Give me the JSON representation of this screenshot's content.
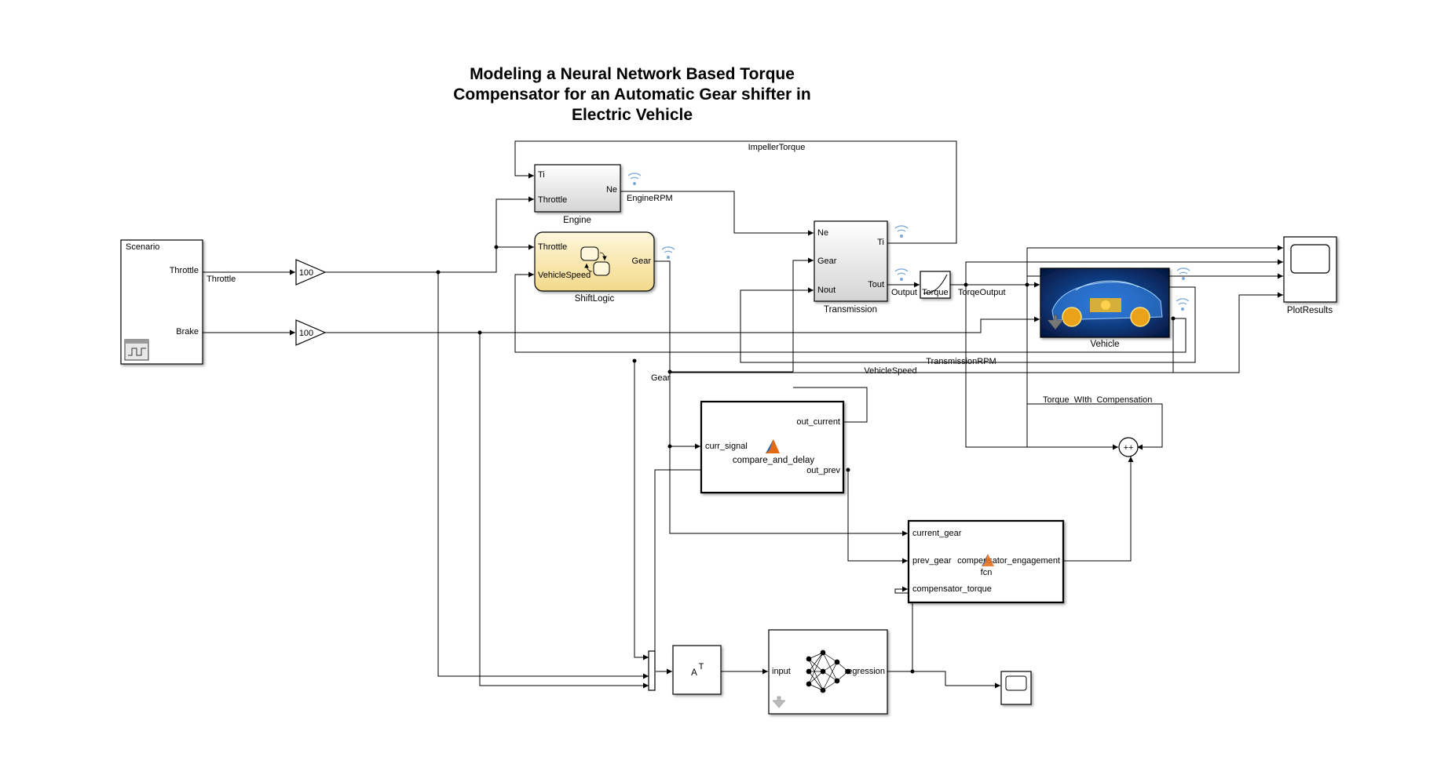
{
  "title": {
    "line1": "Modeling a Neural Network Based Torque",
    "line2": "Compensator for an Automatic Gear shifter in",
    "line3": "Electric Vehicle"
  },
  "blocks": {
    "scenario": {
      "name": "Scenario",
      "port_throttle": "Throttle",
      "port_brake": "Brake"
    },
    "gain_throttle": {
      "value": "100"
    },
    "gain_brake": {
      "value": "100"
    },
    "engine": {
      "name": "Engine",
      "port_ti": "Ti",
      "port_throttle": "Throttle",
      "port_ne": "Ne"
    },
    "shiftlogic": {
      "name": "ShiftLogic",
      "port_throttle": "Throttle",
      "port_speed": "VehicleSpeed",
      "port_gear": "Gear"
    },
    "transmission": {
      "name": "Transmission",
      "port_ne": "Ne",
      "port_gear": "Gear",
      "port_nout": "Nout",
      "port_ti": "Ti",
      "port_tout": "Tout"
    },
    "output_torque": {
      "in_label": "Output",
      "out_label": "Torque"
    },
    "vehicle": {
      "name": "Vehicle"
    },
    "plot": {
      "name": "PlotResults"
    },
    "compare_delay": {
      "name": "compare_and_delay",
      "port_in": "curr_signal",
      "port_out1": "out_current",
      "port_out2": "out_prev"
    },
    "comp_engagement": {
      "name": "fcn",
      "port_in1": "current_gear",
      "port_in2": "prev_gear",
      "port_in3": "compensator_torque",
      "port_out": "compensator_engagement"
    },
    "transpose": {
      "symbol": "A",
      "sup": "T"
    },
    "nn": {
      "port_in": "input",
      "port_out": "regression"
    }
  },
  "signals": {
    "impeller": "ImpellerTorque",
    "engine_rpm": "EngineRPM",
    "throttle": "Throttle",
    "torque_output": "TorqeOutput",
    "transmission_rpm": "TransmissionRPM",
    "vehicle_speed": "VehicleSpeed",
    "gear": "Gear",
    "torque_comp": "Torque_WIth_Compensation"
  },
  "sum": {
    "signs": "++"
  }
}
